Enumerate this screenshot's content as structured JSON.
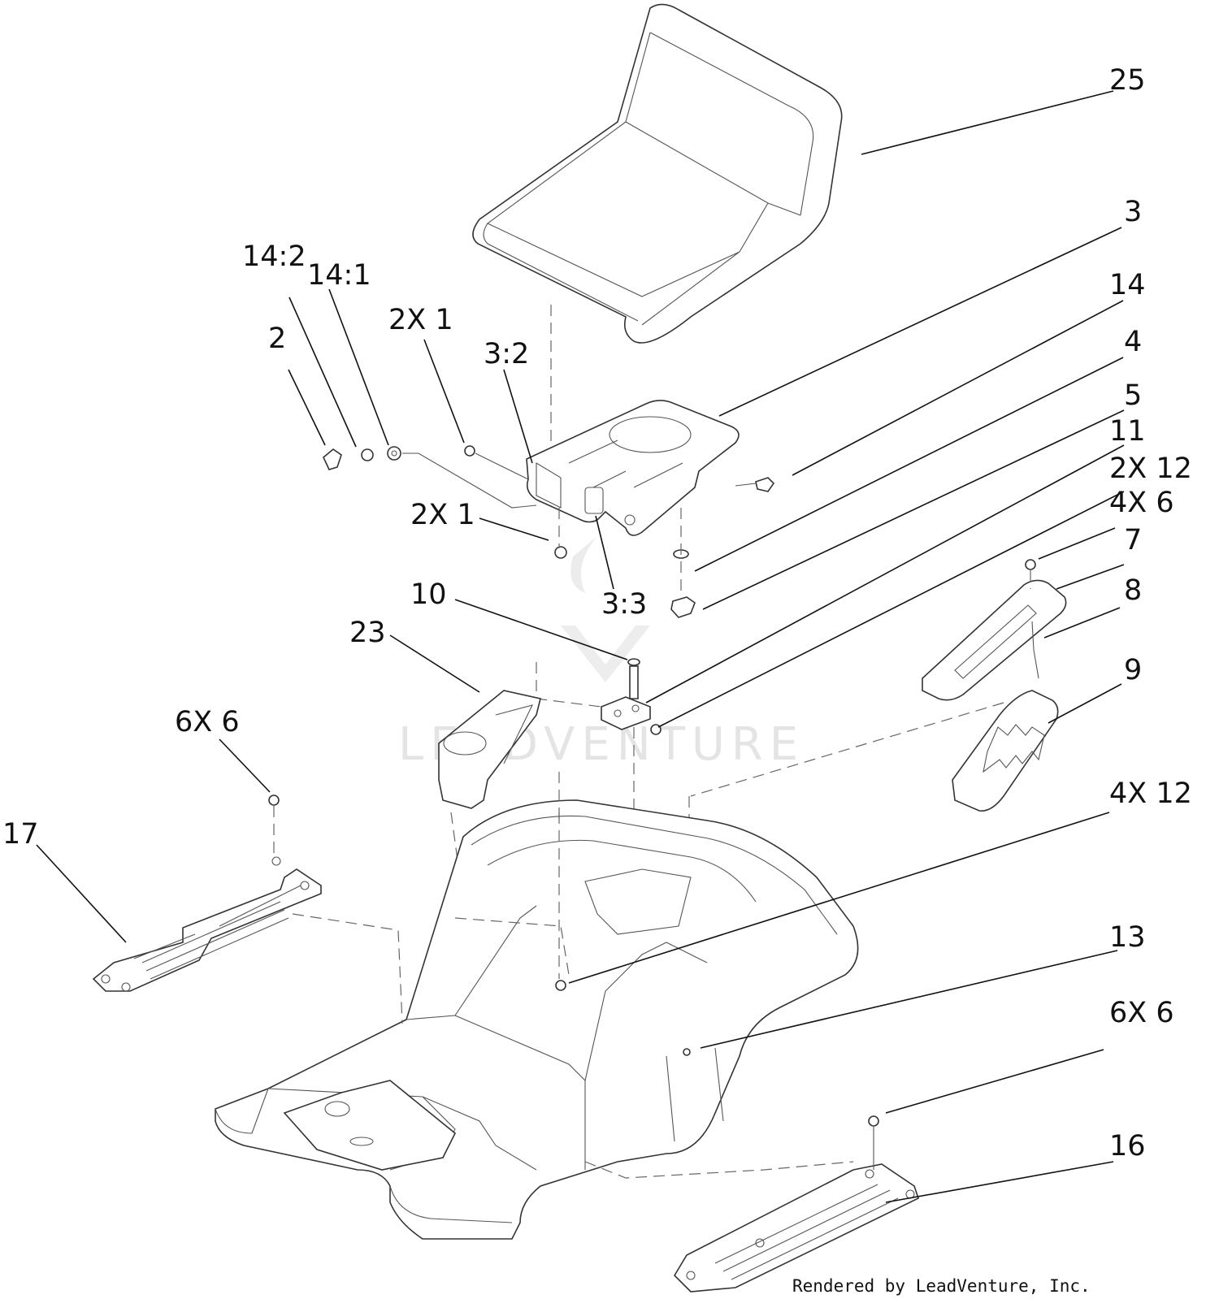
{
  "callouts": [
    {
      "id": "c25",
      "text": "25"
    },
    {
      "id": "c3",
      "text": "3"
    },
    {
      "id": "c14",
      "text": "14"
    },
    {
      "id": "c4",
      "text": "4"
    },
    {
      "id": "c5",
      "text": "5"
    },
    {
      "id": "c11",
      "text": "11"
    },
    {
      "id": "c2x12",
      "text": "2X 12"
    },
    {
      "id": "c4x6",
      "text": "4X 6"
    },
    {
      "id": "c7",
      "text": "7"
    },
    {
      "id": "c8",
      "text": "8"
    },
    {
      "id": "c9",
      "text": "9"
    },
    {
      "id": "c4x12",
      "text": "4X 12"
    },
    {
      "id": "c13",
      "text": "13"
    },
    {
      "id": "c6x6b",
      "text": "6X 6"
    },
    {
      "id": "c16",
      "text": "16"
    },
    {
      "id": "c14_2",
      "text": "14:2"
    },
    {
      "id": "c14_1",
      "text": "14:1"
    },
    {
      "id": "c2",
      "text": "2"
    },
    {
      "id": "c2x1a",
      "text": "2X 1"
    },
    {
      "id": "c3_2",
      "text": "3:2"
    },
    {
      "id": "c2x1b",
      "text": "2X 1"
    },
    {
      "id": "c3_3",
      "text": "3:3"
    },
    {
      "id": "c10",
      "text": "10"
    },
    {
      "id": "c23",
      "text": "23"
    },
    {
      "id": "c6x6a",
      "text": "6X 6"
    },
    {
      "id": "c17",
      "text": "17"
    }
  ],
  "watermark": "LEADVENTURE",
  "credit": "Rendered by LeadVenture, Inc."
}
